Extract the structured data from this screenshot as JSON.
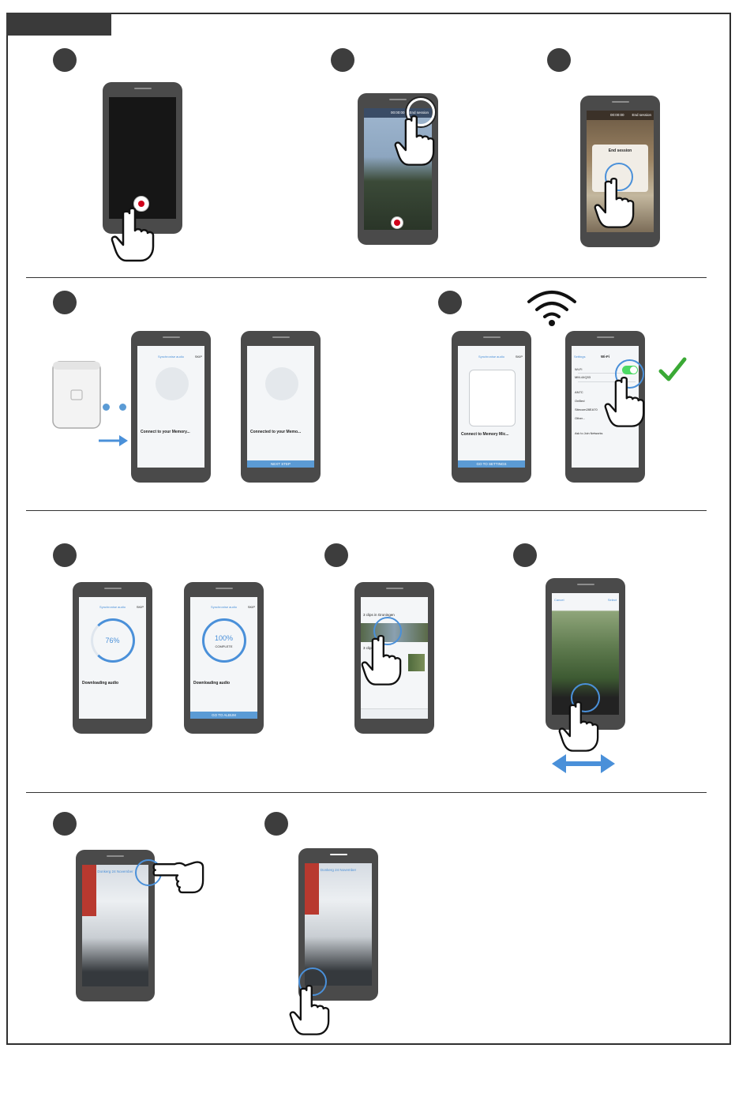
{
  "colors": {
    "accent_blue": "#4a90d9",
    "frame": "#2f2f2f",
    "step_badge": "#3d3d3d",
    "check_green": "#3aa935",
    "record_red": "#d0021b"
  },
  "icons": {
    "hand": "pointing-hand-icon",
    "wifi": "wifi-icon",
    "check": "check-mark-icon",
    "arrow_right": "arrow-right-icon",
    "arrow_both": "double-arrow-icon",
    "device": "memory-device-icon"
  },
  "panel2": {
    "timer": "00:00:00",
    "end_label": "End session"
  },
  "panel3": {
    "timer": "00:00:00",
    "end_label": "End session",
    "dialog_title": "End session"
  },
  "panel4": {
    "header": "Synchronise audio",
    "skip": "SKIP",
    "phone_a_title": "Connect to your Memory...",
    "phone_b_title": "Connected to your Memo...",
    "phone_b_button": "NEXT STEP"
  },
  "panel5": {
    "header": "Synchronise audio",
    "skip": "SKIP",
    "phone_a_title": "Connect to Memory Mic...",
    "phone_a_button": "GO TO SETTINGS",
    "settings_back": "Settings",
    "settings_title": "Wi-Fi",
    "wifi_label": "Wi-Fi",
    "network_current": "MM-44Q33",
    "networks": [
      "AN7C",
      "OnBed",
      "Sitecom28EA70",
      "Other..."
    ],
    "ask_label": "Ask to Join Networks"
  },
  "panel6": {
    "header": "Synchronise audio",
    "skip": "SKIP",
    "percent_a": "76%",
    "percent_b": "100%",
    "complete_label": "COMPLETE",
    "title_a": "Downloading audio",
    "title_b": "Downloading audio",
    "button_b": "GO TO ALBUM"
  },
  "panel7": {
    "item_a": "3 clips in Groningen",
    "item_b": "3 clips"
  },
  "panel8": {
    "header": "Cancel",
    "select": "Select"
  },
  "panel9": {
    "title": "Donkerg 24 November"
  },
  "panel10": {
    "title": "Donkerg 24 November"
  }
}
